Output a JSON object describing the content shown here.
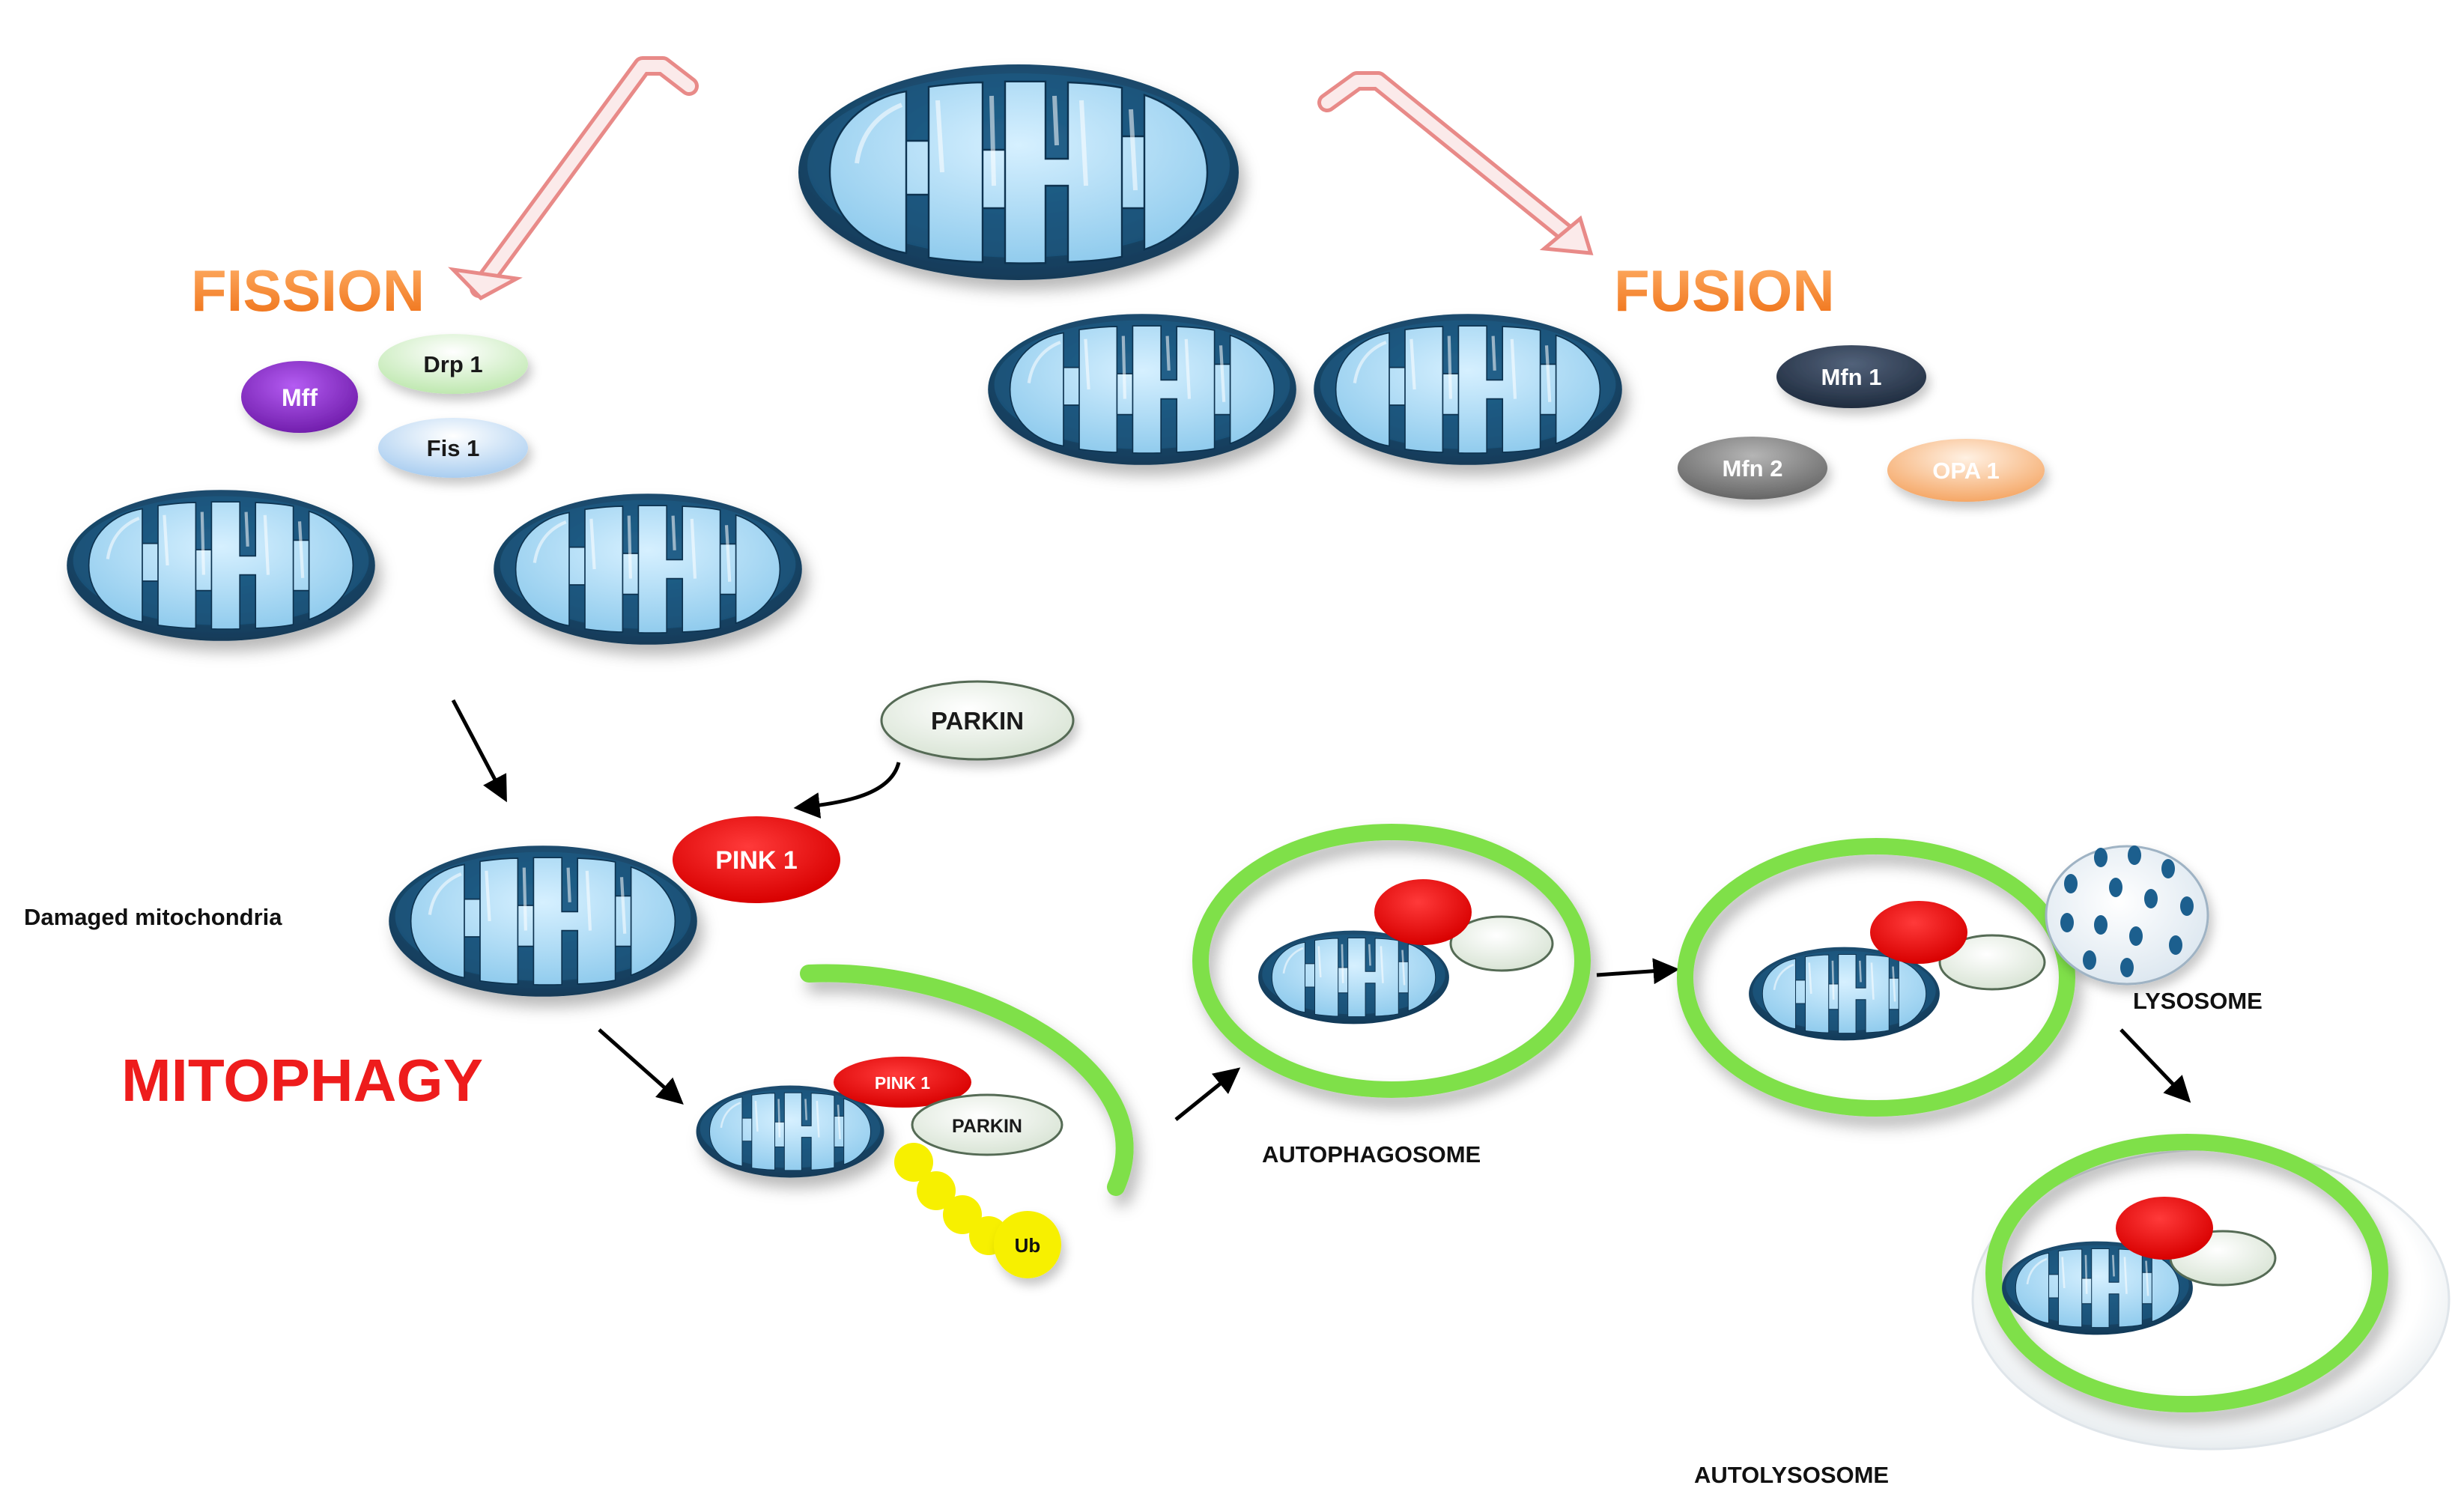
{
  "headings": {
    "fission": "FISSION",
    "fusion": "FUSION",
    "mitophagy": "MITOPHAGY"
  },
  "proteins": {
    "mff": "Mff",
    "drp1": "Drp 1",
    "fis1": "Fis 1",
    "mfn1": "Mfn 1",
    "mfn2": "Mfn 2",
    "opa1": "OPA 1",
    "parkin": "PARKIN",
    "pink1": "PINK 1",
    "pink1_small": "PINK 1",
    "parkin_small": "PARKIN",
    "ub": "Ub"
  },
  "labels": {
    "damaged": "Damaged mitochondria",
    "autophagosome": "AUTOPHAGOSOME",
    "lysosome": "LYSOSOME",
    "autolysosome": "AUTOLYSOSOME"
  },
  "colors": {
    "outer_membrane": "#1b4f72",
    "matrix": "#a9d8f2",
    "fission_orange": "#f4892f",
    "mitophagy_red": "#ee1c1c",
    "pink1": "#ee1111",
    "phagophore_green": "#7fe04a",
    "ub_yellow": "#f7f000",
    "mff_purple": "#8a2bd0",
    "mfn1_dark": "#2d3e55",
    "mfn2_gray": "#7a7a7a",
    "opa1_peach": "#f9c39a"
  }
}
